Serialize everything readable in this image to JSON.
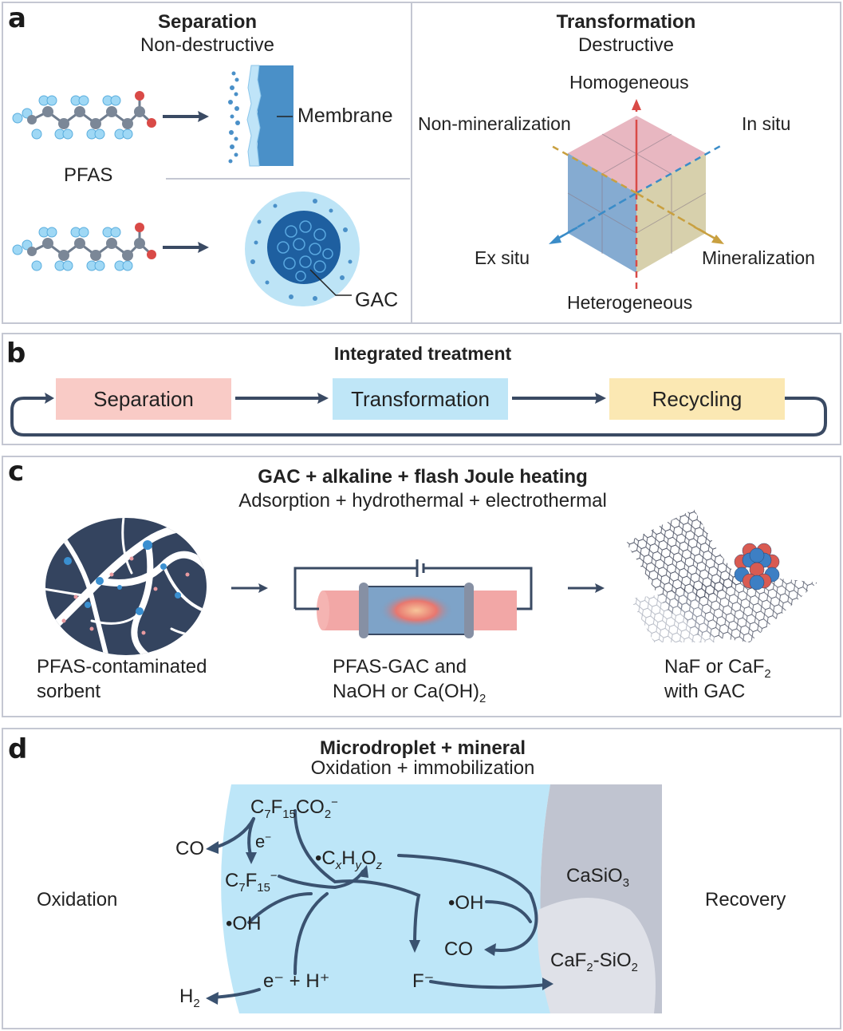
{
  "panel_a": {
    "label": "a",
    "separation": {
      "title": "Separation",
      "subtitle": "Non-destructive",
      "molecule_label": "PFAS",
      "membrane_label": "Membrane",
      "gac_label": "GAC"
    },
    "transformation": {
      "title": "Transformation",
      "subtitle": "Destructive",
      "axes": {
        "top": "Homogeneous",
        "bottom": "Heterogeneous",
        "upper_left": "Non-mineralization",
        "upper_right": "In situ",
        "lower_left": "Ex situ",
        "lower_right": "Mineralization"
      }
    }
  },
  "panel_b": {
    "label": "b",
    "title": "Integrated treatment",
    "steps": [
      {
        "label": "Separation",
        "color": "#f9cbc6"
      },
      {
        "label": "Transformation",
        "color": "#bfe6f7"
      },
      {
        "label": "Recycling",
        "color": "#fbe8b3"
      }
    ]
  },
  "panel_c": {
    "label": "c",
    "title": "GAC + alkaline + flash Joule heating",
    "subtitle": "Adsorption + hydrothermal + electrothermal",
    "stages": [
      {
        "line1": "PFAS-contaminated",
        "line2": "sorbent"
      },
      {
        "line1": "PFAS-GAC and",
        "line2_main": "NaOH or Ca(OH)",
        "line2_sub": "2"
      },
      {
        "line1_main": "NaF or CaF",
        "line1_sub": "2",
        "line2": "with GAC"
      }
    ]
  },
  "panel_d": {
    "label": "d",
    "title": "Microdroplet + mineral",
    "subtitle": "Oxidation + immobilization",
    "side_left": "Oxidation",
    "side_right": "Recovery",
    "species": {
      "pfoa": {
        "a": "C",
        "s1": "7",
        "b": "F",
        "s2": "15",
        "c": "CO",
        "s3": "2",
        "sup": "−"
      },
      "co_left": "CO",
      "e_minus": {
        "main": "e",
        "sup": "−"
      },
      "c7f15": {
        "a": "C",
        "s1": "7",
        "b": "F",
        "s2": "15",
        "sup": "−"
      },
      "radical": {
        "dot": "•",
        "a": "C",
        "x": "x",
        "b": "H",
        "y": "y",
        "c": "O",
        "z": "z"
      },
      "oh_left": "•OH",
      "eh": "e⁻ + H⁺",
      "h2": {
        "main": "H",
        "sub": "2"
      },
      "f_minus": "F⁻",
      "oh_right": "•OH",
      "co_right": "CO",
      "casio3": {
        "main": "CaSiO",
        "sub": "3"
      },
      "caf2sio2": {
        "a": "CaF",
        "s1": "2",
        "b": "-SiO",
        "s2": "2"
      }
    },
    "colors": {
      "droplet": "#bde6f8",
      "mineral_outer": "#c0c4d0",
      "mineral_inner": "#dfe1e8",
      "arrow": "#3a5270"
    }
  }
}
